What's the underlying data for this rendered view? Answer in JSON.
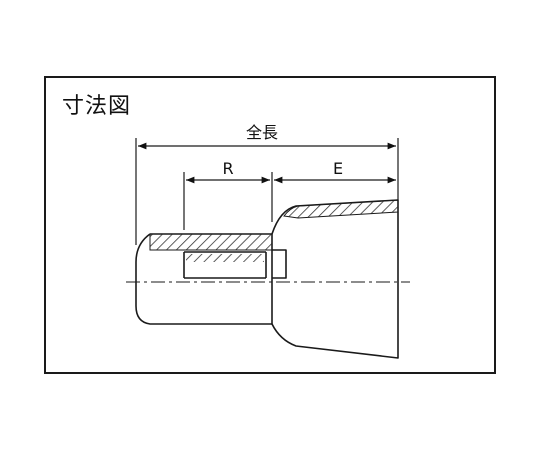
{
  "title": "寸法図",
  "dimensions": {
    "total_length": "全長",
    "r": "R",
    "e": "E"
  },
  "colors": {
    "line": "#1a1a1a",
    "hatch": "#333333",
    "background": "#ffffff"
  }
}
